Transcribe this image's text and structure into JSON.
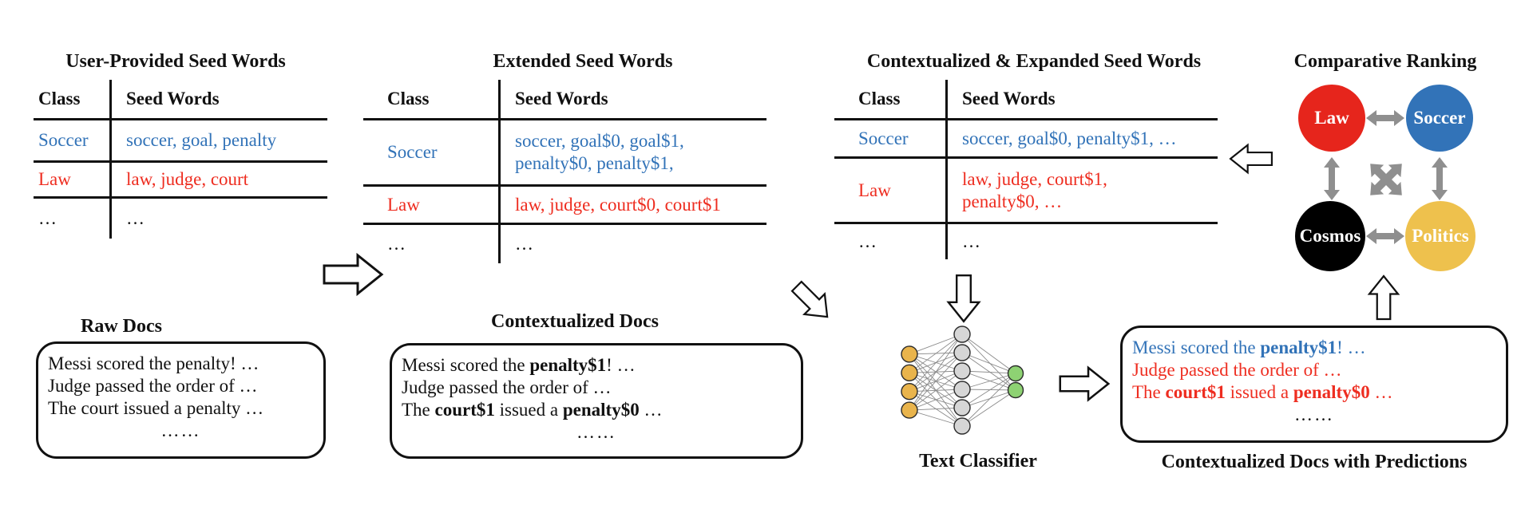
{
  "colors": {
    "soccer": "#3273b8",
    "law": "#ee2d20",
    "black": "#111111",
    "gray_arrow": "#8f8f8f",
    "circle_law": "#e6251c",
    "circle_soccer": "#3273b8",
    "circle_cosmos": "#000000",
    "circle_politics": "#eec14d",
    "pred_line1": "#3273b8",
    "pred_line2": "#ee2d20",
    "pred_line3": "#ee2d20"
  },
  "tables": {
    "user": {
      "title": "User-Provided Seed Words",
      "headers": {
        "class": "Class",
        "words": "Seed Words"
      },
      "rows": [
        {
          "class": "Soccer",
          "words": "soccer, goal, penalty",
          "color": "#3273b8"
        },
        {
          "class": "Law",
          "words": "law, judge, court",
          "color": "#ee2d20"
        },
        {
          "class": "…",
          "words": "…",
          "color": "#111111"
        }
      ]
    },
    "extended": {
      "title": "Extended Seed Words",
      "headers": {
        "class": "Class",
        "words": "Seed Words"
      },
      "rows": [
        {
          "class": "Soccer",
          "words": "soccer, goal$0, goal$1,\npenalty$0, penalty$1,",
          "color": "#3273b8"
        },
        {
          "class": "Law",
          "words": "law, judge, court$0, court$1",
          "color": "#ee2d20"
        },
        {
          "class": "…",
          "words": "…",
          "color": "#111111"
        }
      ]
    },
    "expanded": {
      "title": "Contextualized & Expanded Seed Words",
      "headers": {
        "class": "Class",
        "words": "Seed Words"
      },
      "rows": [
        {
          "class": "Soccer",
          "words": "soccer, goal$0, penalty$1, …",
          "color": "#3273b8"
        },
        {
          "class": "Law",
          "words": "law, judge, court$1,\npenalty$0, …",
          "color": "#ee2d20"
        },
        {
          "class": "…",
          "words": "…",
          "color": "#111111"
        }
      ]
    }
  },
  "ranking": {
    "title": "Comparative Ranking",
    "nodes": [
      {
        "label": "Law",
        "color": "#e6251c"
      },
      {
        "label": "Soccer",
        "color": "#3273b8"
      },
      {
        "label": "Cosmos",
        "color": "#000000"
      },
      {
        "label": "Politics",
        "color": "#eec14d"
      }
    ]
  },
  "raw_docs": {
    "title": "Raw Docs",
    "lines": [
      "Messi scored the penalty! …",
      "Judge passed the order of …",
      "The court issued a penalty …"
    ],
    "ellipsis": "……"
  },
  "ctx_docs": {
    "title": "Contextualized Docs",
    "lines": [
      {
        "segs": [
          {
            "t": "Messi scored the "
          },
          {
            "t": "penalty$1",
            "b": true
          },
          {
            "t": "! …"
          }
        ]
      },
      {
        "segs": [
          {
            "t": "Judge passed the order of …"
          }
        ]
      },
      {
        "segs": [
          {
            "t": "The "
          },
          {
            "t": "court$1",
            "b": true
          },
          {
            "t": " issued a "
          },
          {
            "t": "penalty$0",
            "b": true
          },
          {
            "t": " …"
          }
        ]
      }
    ],
    "ellipsis": "……"
  },
  "classifier": {
    "label": "Text Classifier",
    "layers": [
      {
        "name": "input",
        "count": 4,
        "color": "#e9b44c"
      },
      {
        "name": "hidden",
        "count": 6,
        "color": "#d6d6d6"
      },
      {
        "name": "output",
        "count": 2,
        "color": "#8ed273"
      }
    ]
  },
  "pred_docs": {
    "title": "Contextualized Docs with Predictions",
    "lines": [
      {
        "color": "#3273b8",
        "segs": [
          {
            "t": "Messi scored the "
          },
          {
            "t": "penalty$1",
            "b": true
          },
          {
            "t": "! …"
          }
        ]
      },
      {
        "color": "#ee2d20",
        "segs": [
          {
            "t": "Judge passed the order of …"
          }
        ]
      },
      {
        "color": "#ee2d20",
        "segs": [
          {
            "t": "The "
          },
          {
            "t": "court$1",
            "b": true
          },
          {
            "t": " issued a "
          },
          {
            "t": "penalty$0",
            "b": true
          },
          {
            "t": " …"
          }
        ]
      }
    ],
    "ellipsis": "……",
    "ellipsis_color": "#111111"
  }
}
